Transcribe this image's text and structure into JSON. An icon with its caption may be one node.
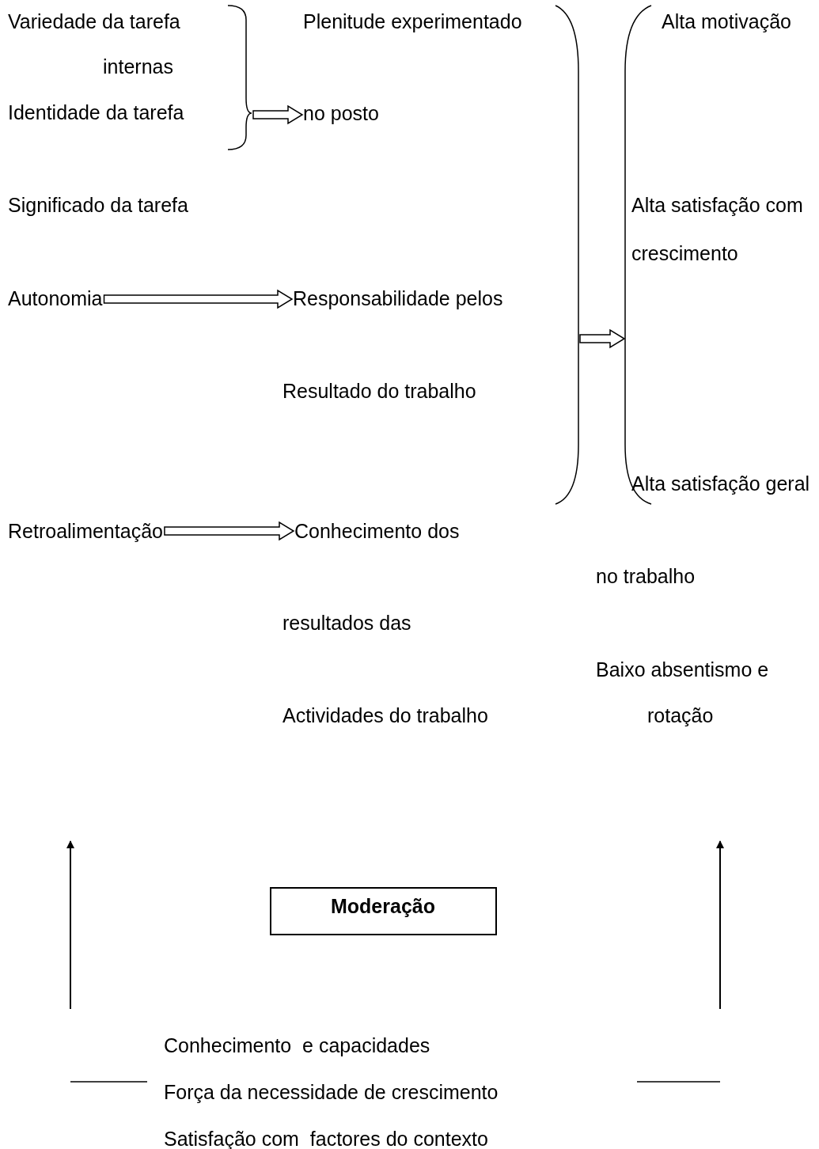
{
  "diagram": {
    "nodes": [
      {
        "text": [
          "no posto"
        ]
      },
      {
        "text": [
          "Autonomia"
        ]
      },
      {
        "text": [
          "Responsabilidade pelos"
        ]
      },
      {
        "text": [
          "Retroalimentação"
        ]
      },
      {
        "text": [
          "Conhecimento dos"
        ]
      },
      {
        "text": [
          "Moderação"
        ]
      },
      {
        "text": [],
        "shape": "brace"
      },
      {
        "text": [],
        "shape": "bracket"
      },
      {
        "text": [],
        "shape": "bracket"
      }
    ],
    "edges": [
      {
        "from": 6,
        "to": 0,
        "arrow": "to"
      },
      {
        "from": 1,
        "to": 2,
        "arrow": "to"
      },
      {
        "from": 3,
        "to": 4,
        "arrow": "to"
      },
      {
        "from": 7,
        "to": 8,
        "arrow": "to"
      }
    ],
    "labels": [
      "Variedade da tarefa",
      "Plenitude experimentado",
      "Alta motivação",
      "internas",
      "Identidade da tarefa",
      "Significado da tarefa",
      "Alta satisfação com",
      "crescimento",
      "Resultado do trabalho",
      "Alta satisfação geral",
      "no trabalho",
      "resultados das",
      "Baixo absentismo e",
      "Actividades do trabalho",
      "rotação",
      "Conhecimento  e capacidades",
      "Força da necessidade de crescimento",
      "Satisfação com  factores do contexto"
    ]
  }
}
